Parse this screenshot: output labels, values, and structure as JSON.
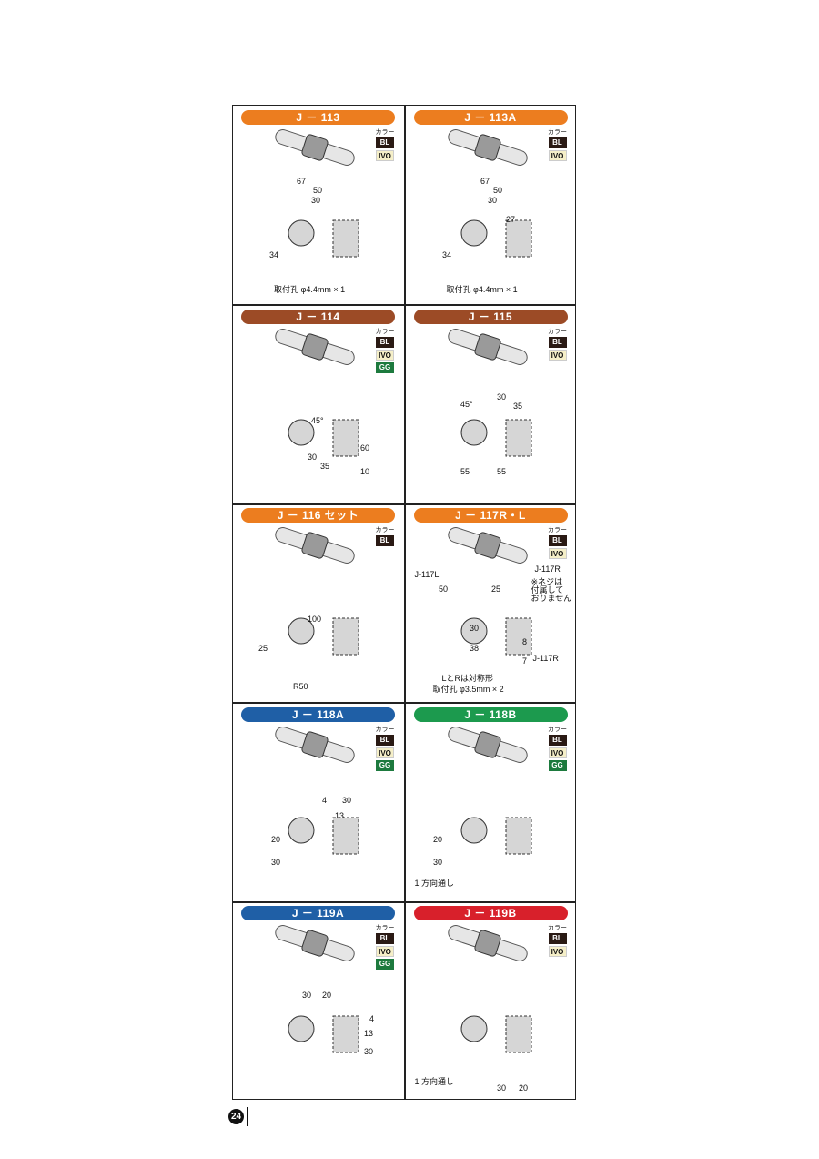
{
  "page_number": "24",
  "color_label": "カラー",
  "colors_hex": {
    "orange": "#ec7d1f",
    "brown": "#9c4b26",
    "blue": "#1f5fa6",
    "green": "#1c9a4e",
    "red": "#d8202b"
  },
  "cells": [
    {
      "title": "J － 113",
      "header_color": "#ec7d1f",
      "colors": [
        "BL",
        "IVO"
      ],
      "dims": [
        "67",
        "50",
        "30",
        "34"
      ],
      "notes": [
        "取付孔 φ4.4mm × 1"
      ]
    },
    {
      "title": "J － 113A",
      "header_color": "#ec7d1f",
      "colors": [
        "BL",
        "IVO"
      ],
      "dims": [
        "67",
        "50",
        "30",
        "27",
        "34"
      ],
      "notes": [
        "取付孔 φ4.4mm × 1"
      ]
    },
    {
      "title": "J － 114",
      "header_color": "#9c4b26",
      "colors": [
        "BL",
        "IVO",
        "GG"
      ],
      "dims": [
        "45°",
        "60",
        "30",
        "35",
        "10"
      ],
      "notes": []
    },
    {
      "title": "J － 115",
      "header_color": "#9c4b26",
      "colors": [
        "BL",
        "IVO"
      ],
      "dims": [
        "45°",
        "30",
        "35",
        "55",
        "55"
      ],
      "notes": []
    },
    {
      "title": "J － 116 セット",
      "header_color": "#ec7d1f",
      "colors": [
        "BL"
      ],
      "dims": [
        "100",
        "25",
        "R50"
      ],
      "notes": []
    },
    {
      "title": "J － 117R・L",
      "header_color": "#ec7d1f",
      "colors": [
        "BL",
        "IVO"
      ],
      "dims": [
        "50",
        "25",
        "30",
        "38",
        "8",
        "7"
      ],
      "notes": [
        "J-117L",
        "J-117R",
        "※ネジは",
        "付属して",
        "おりません",
        "J-117R",
        "LとRは対称形",
        "取付孔 φ3.5mm × 2"
      ]
    },
    {
      "title": "J － 118A",
      "header_color": "#1f5fa6",
      "colors": [
        "BL",
        "IVO",
        "GG"
      ],
      "dims": [
        "4",
        "30",
        "13",
        "20",
        "30"
      ],
      "notes": []
    },
    {
      "title": "J － 118B",
      "header_color": "#1c9a4e",
      "colors": [
        "BL",
        "IVO",
        "GG"
      ],
      "dims": [
        "20",
        "30"
      ],
      "notes": [
        "1 方向通し"
      ]
    },
    {
      "title": "J － 119A",
      "header_color": "#1f5fa6",
      "colors": [
        "BL",
        "IVO",
        "GG"
      ],
      "dims": [
        "30",
        "20",
        "4",
        "13",
        "30"
      ],
      "notes": []
    },
    {
      "title": "J － 119B",
      "header_color": "#d8202b",
      "colors": [
        "BL",
        "IVO"
      ],
      "dims": [
        "30",
        "20"
      ],
      "notes": [
        "1 方向通し"
      ]
    }
  ]
}
